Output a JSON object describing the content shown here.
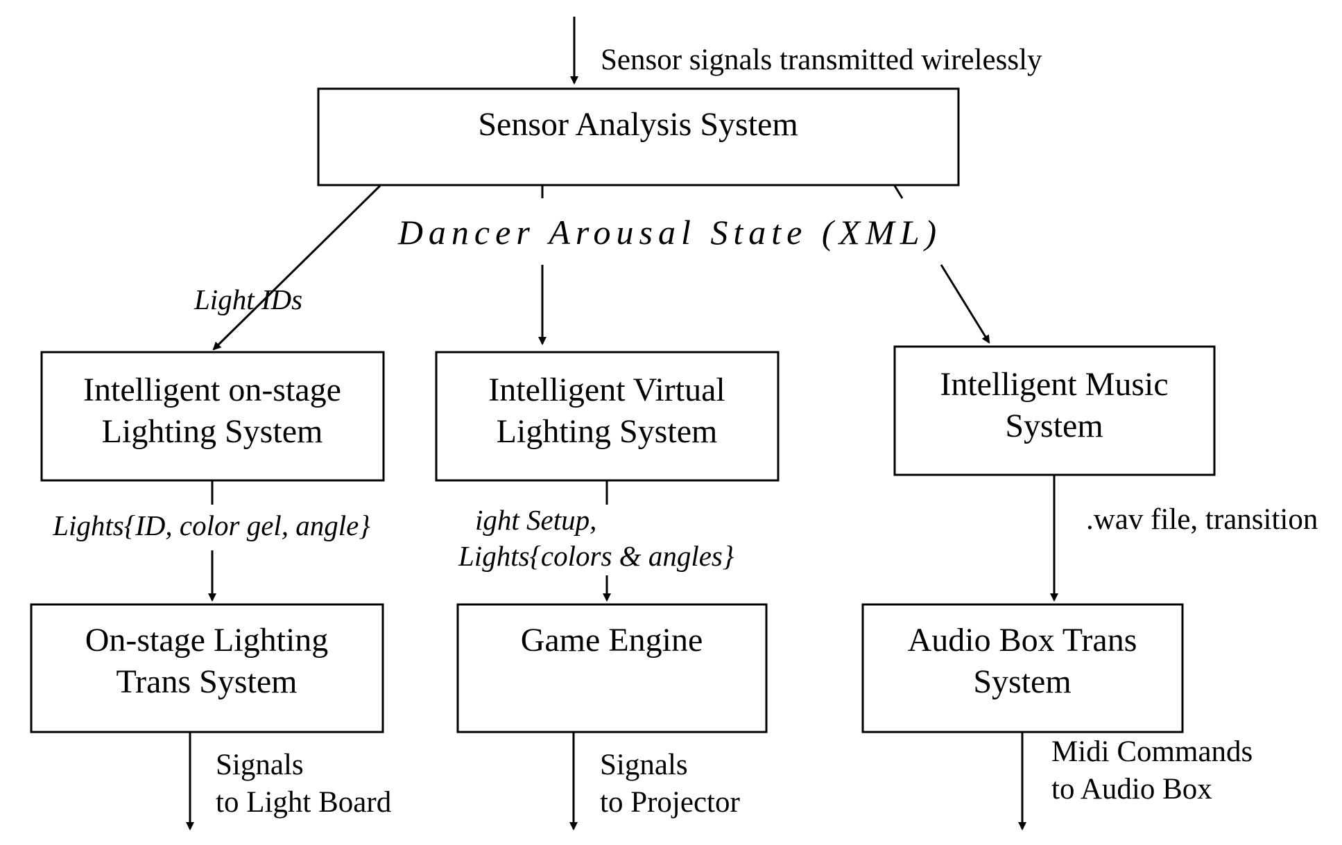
{
  "top_input_label": "Sensor signals transmitted wirelessly",
  "sensor_box": {
    "label": "Sensor Analysis System"
  },
  "output_format_label": "Dancer Arousal State (XML)",
  "branches": {
    "left": {
      "edge_label": "Light IDs",
      "system": [
        "Intelligent on-stage",
        "Lighting System"
      ],
      "output_label": "Lights{ID, color gel, angle}",
      "trans": [
        "On-stage Lighting",
        "Trans System"
      ],
      "final_label": [
        "Signals",
        "to Light Board"
      ]
    },
    "middle": {
      "system": [
        "Intelligent Virtual",
        "Lighting System"
      ],
      "output_label": [
        "ight Setup,",
        "Lights{colors & angles}"
      ],
      "trans": [
        "Game Engine"
      ],
      "final_label": [
        "Signals",
        "to Projector"
      ]
    },
    "right": {
      "system": [
        "Intelligent Music",
        "System"
      ],
      "output_label": ".wav file, transition",
      "trans": [
        "Audio Box Trans",
        "System"
      ],
      "final_label": [
        "Midi Commands",
        "to Audio Box"
      ]
    }
  }
}
